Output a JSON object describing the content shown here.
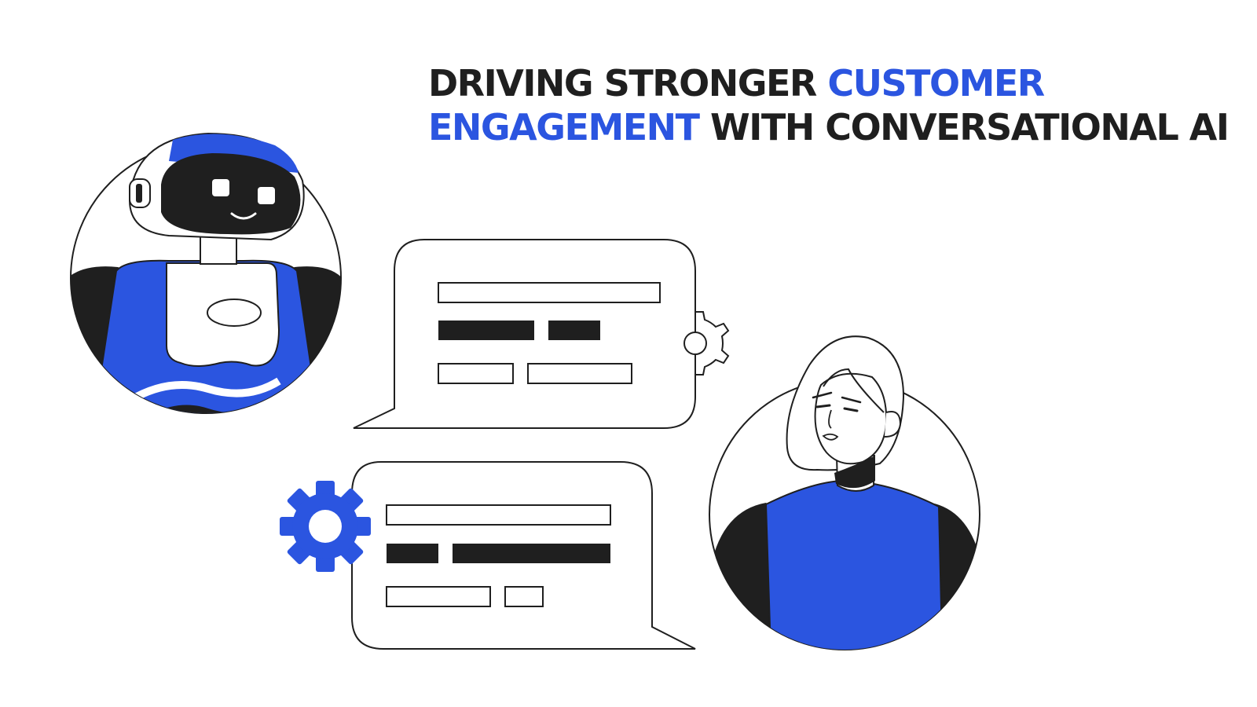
{
  "headline": {
    "line1_dark": "DRIVING STRONGER ",
    "line1_accent": "CUSTOMER",
    "line2_accent": "ENGAGEMENT",
    "line2_dark": " WITH CONVERSATIONAL AI"
  },
  "colors": {
    "accent": "#2b55e0",
    "dark": "#1f1f1f",
    "background": "#ffffff"
  },
  "icons": [
    "robot-icon",
    "chat-bubble-icon",
    "gear-icon",
    "person-icon"
  ]
}
